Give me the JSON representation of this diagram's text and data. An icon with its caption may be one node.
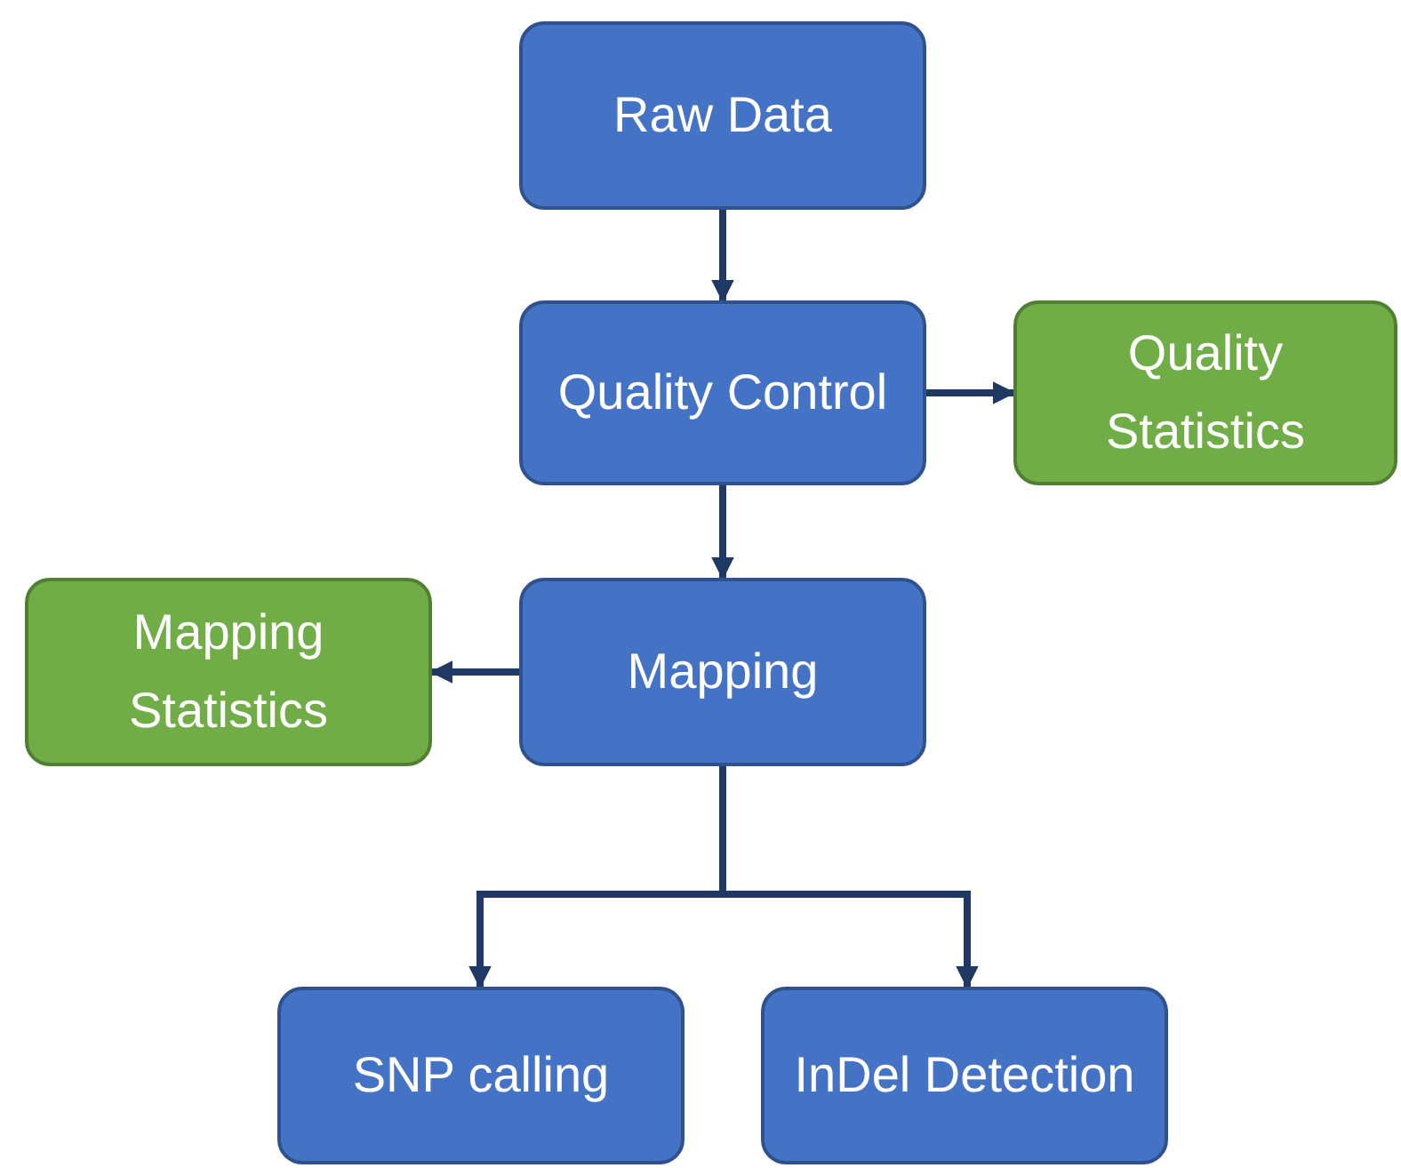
{
  "diagram": {
    "nodes": [
      {
        "text": [
          "Raw Data"
        ]
      },
      {
        "text": [
          "Quality Control"
        ]
      },
      {
        "text": [
          "Quality Statistics"
        ]
      },
      {
        "text": [
          "Mapping Statistics"
        ]
      },
      {
        "text": [
          "Mapping"
        ]
      },
      {
        "text": [
          "SNP calling"
        ]
      },
      {
        "text": [
          "InDel Detection"
        ]
      }
    ],
    "edges": [
      {
        "from": 0,
        "to": 1,
        "arrow": "to"
      },
      {
        "from": 1,
        "to": 2,
        "arrow": "to"
      },
      {
        "from": 1,
        "to": 4,
        "arrow": "to"
      },
      {
        "from": 4,
        "to": 3,
        "arrow": "to"
      },
      {
        "from": 4,
        "to": 5,
        "arrow": "to"
      },
      {
        "from": 4,
        "to": 6,
        "arrow": "to"
      }
    ]
  }
}
